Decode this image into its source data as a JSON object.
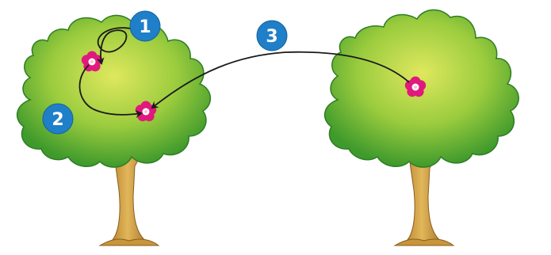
{
  "steps": {
    "step1": "1",
    "step2": "2",
    "step3": "3"
  },
  "colors": {
    "badge": "#1f7fc9",
    "foliage_light": "#d6e35a",
    "foliage_mid": "#8cc63f",
    "foliage_dark": "#2e8b2e",
    "trunk": "#d9a94a",
    "flower": "#e0197d",
    "arrow": "#1a1a1a"
  },
  "icons": {
    "tree": "tree-icon",
    "flower": "flower-icon",
    "arrow": "arrow"
  }
}
